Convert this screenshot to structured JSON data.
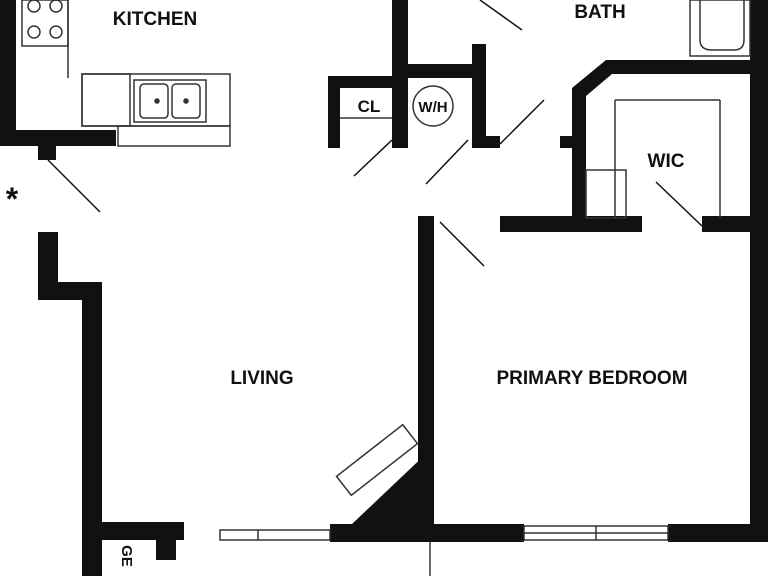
{
  "rooms": {
    "kitchen": "KITCHEN",
    "bath": "BATH",
    "living": "LIVING",
    "primary_bedroom": "PRIMARY BEDROOM",
    "wic": "WIC"
  },
  "fixtures": {
    "closet": "CL",
    "water_heater": "W/H",
    "storage_partial": "GE"
  },
  "markers": {
    "asterisk": "*"
  },
  "colors": {
    "wall": "#111111",
    "fixture_line": "#333333",
    "background": "#ffffff"
  }
}
